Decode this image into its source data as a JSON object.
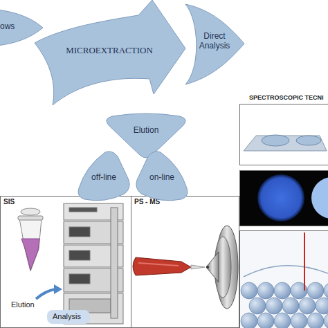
{
  "diagram": {
    "nodes": [
      {
        "text": [
          "ows"
        ]
      },
      {
        "text": [
          "MICROEXTRACTION"
        ]
      },
      {
        "text": [
          "Direct Analysis"
        ]
      },
      {
        "text": [
          "Elution"
        ]
      },
      {
        "text": [
          "off-line"
        ]
      },
      {
        "text": [
          "on-line"
        ]
      },
      {
        "text": [
          "SIS"
        ]
      },
      {
        "text": [
          "PS - MS"
        ]
      }
    ],
    "labels": [
      "SPECTROSCOPIC TECNI",
      "Elution",
      "Analysis"
    ]
  }
}
